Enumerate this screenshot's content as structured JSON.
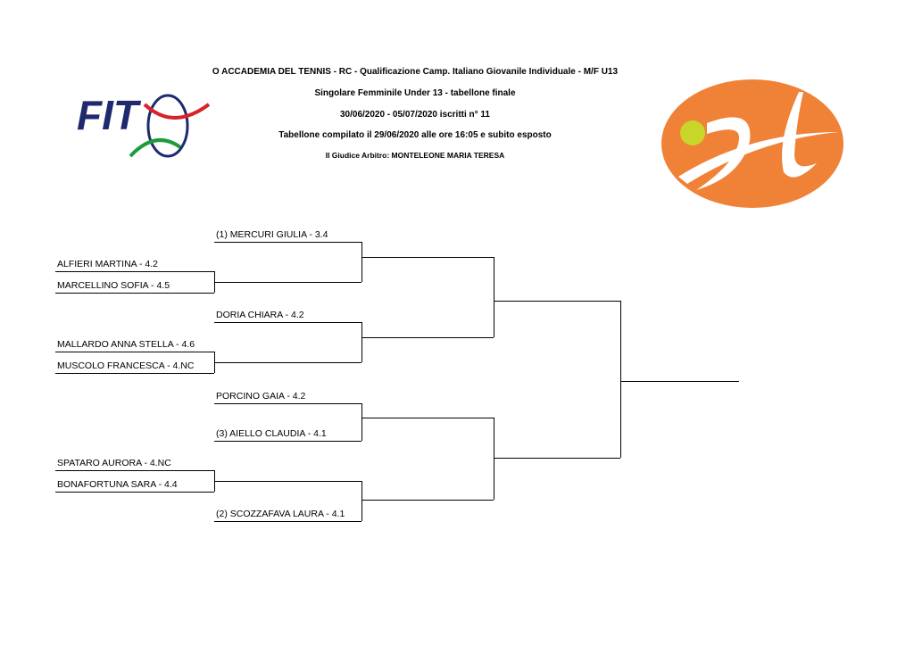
{
  "header": {
    "line1": "O ACCADEMIA DEL TENNIS -  RC - Qualificazione Camp. Italiano Giovanile Individuale - M/F U13",
    "line2": "Singolare Femminile Under 13 - tabellone finale",
    "line3": "30/06/2020 - 05/07/2020   iscritti n° 11",
    "line4": "Tabellone compilato il 29/06/2020 alle ore 16:05 e subito esposto",
    "line5": "Il Giudice Arbitro: MONTELEONE MARIA TERESA"
  },
  "logos": {
    "left": "FIT",
    "right": "AT"
  },
  "colors": {
    "fit_blue": "#1f2a6e",
    "fit_red": "#d8232a",
    "fit_green": "#1f9a3c",
    "orange": "#f08238",
    "ball": "#c8d62a"
  },
  "bracket": {
    "first_round": [
      "ALFIERI MARTINA - 4.2",
      "MARCELLINO SOFIA - 4.5",
      "MALLARDO ANNA STELLA - 4.6",
      "MUSCOLO FRANCESCA - 4.NC",
      "SPATARO AURORA - 4.NC",
      "BONAFORTUNA SARA - 4.4"
    ],
    "second_round": [
      "(1) MERCURI GIULIA - 3.4",
      "DORIA CHIARA - 4.2",
      "PORCINO GAIA - 4.2",
      "(3) AIELLO CLAUDIA - 4.1",
      "(2) SCOZZAFAVA LAURA - 4.1"
    ]
  }
}
